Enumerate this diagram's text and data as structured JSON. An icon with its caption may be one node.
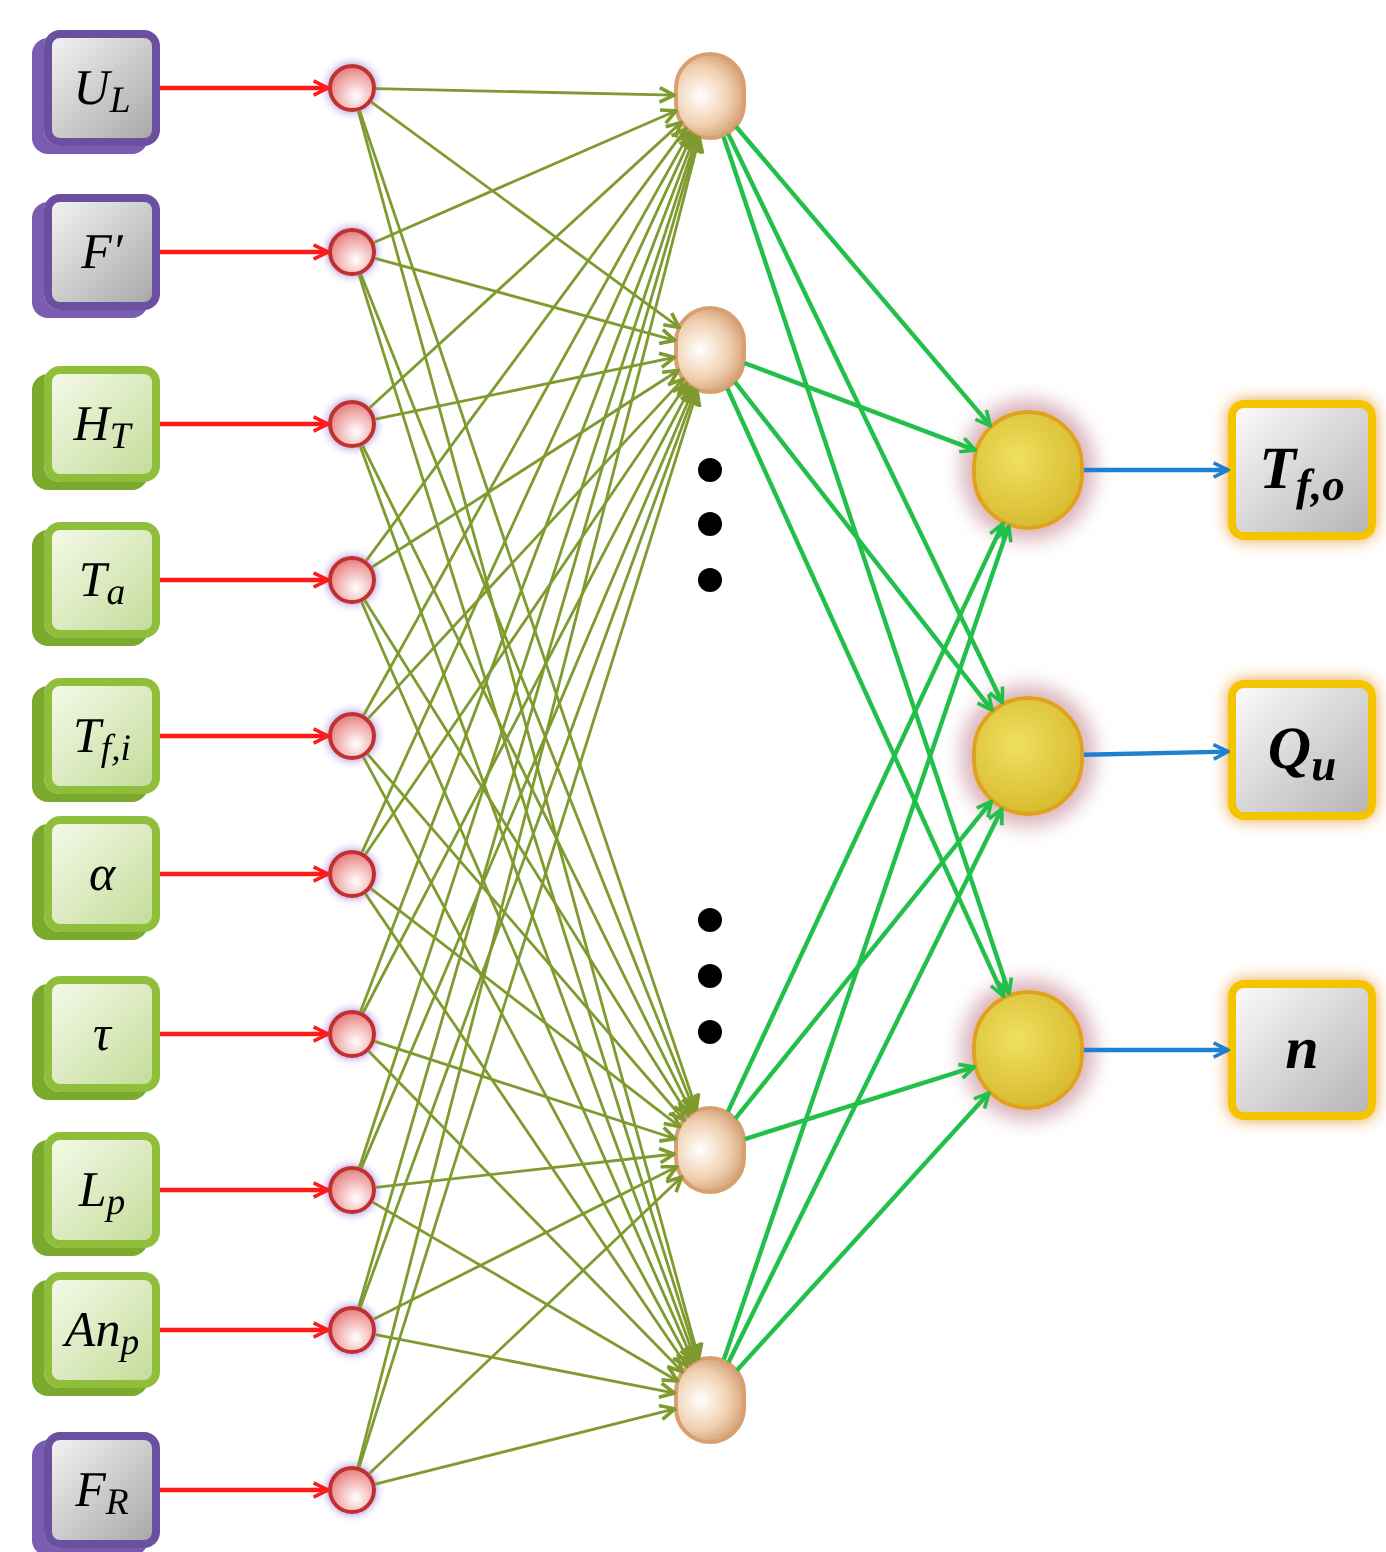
{
  "diagram": {
    "nodes": [
      {
        "text": [
          "U$_{L}$"
        ]
      },
      {
        "text": [
          "F′"
        ]
      },
      {
        "text": [
          "H$_{T}$"
        ]
      },
      {
        "text": [
          "T$_{a}$"
        ]
      },
      {
        "text": [
          "T$_{f,i}$"
        ]
      },
      {
        "text": [
          "α"
        ]
      },
      {
        "text": [
          "τ"
        ]
      },
      {
        "text": [
          "L$_{p}$"
        ]
      },
      {
        "text": [
          "An$_{p}$"
        ]
      },
      {
        "text": [
          "F$_{R}$"
        ]
      },
      {
        "text": [],
        "shape": "circle"
      },
      {
        "text": [],
        "shape": "circle"
      },
      {
        "text": [],
        "shape": "circle"
      },
      {
        "text": [],
        "shape": "circle"
      },
      {
        "text": [],
        "shape": "circle"
      },
      {
        "text": [],
        "shape": "circle"
      },
      {
        "text": [],
        "shape": "circle"
      },
      {
        "text": [],
        "shape": "circle"
      },
      {
        "text": [],
        "shape": "circle"
      },
      {
        "text": [],
        "shape": "circle"
      },
      {
        "text": [],
        "shape": "circle"
      },
      {
        "text": [],
        "shape": "circle"
      },
      {
        "text": [],
        "shape": "circle"
      },
      {
        "text": [],
        "shape": "circle"
      },
      {
        "text": [],
        "shape": "circle"
      },
      {
        "text": [],
        "shape": "circle"
      },
      {
        "text": [],
        "shape": "circle"
      },
      {
        "text": [
          "T$_{f,o}$"
        ]
      },
      {
        "text": [
          "Q$_{u}$"
        ]
      },
      {
        "text": [
          "n"
        ]
      }
    ],
    "edges": [
      {
        "from": 0,
        "to": 10,
        "arrow": "to",
        "color": "#ff1a1a"
      },
      {
        "from": 1,
        "to": 11,
        "arrow": "to",
        "color": "#ff1a1a"
      },
      {
        "from": 2,
        "to": 12,
        "arrow": "to",
        "color": "#ff1a1a"
      },
      {
        "from": 3,
        "to": 13,
        "arrow": "to",
        "color": "#ff1a1a"
      },
      {
        "from": 4,
        "to": 14,
        "arrow": "to",
        "color": "#ff1a1a"
      },
      {
        "from": 5,
        "to": 15,
        "arrow": "to",
        "color": "#ff1a1a"
      },
      {
        "from": 6,
        "to": 16,
        "arrow": "to",
        "color": "#ff1a1a"
      },
      {
        "from": 7,
        "to": 17,
        "arrow": "to",
        "color": "#ff1a1a"
      },
      {
        "from": 8,
        "to": 18,
        "arrow": "to",
        "color": "#ff1a1a"
      },
      {
        "from": 9,
        "to": 19,
        "arrow": "to",
        "color": "#ff1a1a"
      },
      {
        "from": 10,
        "to": 20,
        "arrow": "to"
      },
      {
        "from": 10,
        "to": 21,
        "arrow": "to"
      },
      {
        "from": 10,
        "to": 22,
        "arrow": "to"
      },
      {
        "from": 10,
        "to": 23,
        "arrow": "to"
      },
      {
        "from": 11,
        "to": 20,
        "arrow": "to"
      },
      {
        "from": 11,
        "to": 21,
        "arrow": "to"
      },
      {
        "from": 11,
        "to": 22,
        "arrow": "to"
      },
      {
        "from": 11,
        "to": 23,
        "arrow": "to"
      },
      {
        "from": 12,
        "to": 20,
        "arrow": "to"
      },
      {
        "from": 12,
        "to": 21,
        "arrow": "to"
      },
      {
        "from": 12,
        "to": 22,
        "arrow": "to"
      },
      {
        "from": 12,
        "to": 23,
        "arrow": "to"
      },
      {
        "from": 13,
        "to": 20,
        "arrow": "to"
      },
      {
        "from": 13,
        "to": 21,
        "arrow": "to"
      },
      {
        "from": 13,
        "to": 22,
        "arrow": "to"
      },
      {
        "from": 13,
        "to": 23,
        "arrow": "to"
      },
      {
        "from": 14,
        "to": 20,
        "arrow": "to"
      },
      {
        "from": 14,
        "to": 21,
        "arrow": "to"
      },
      {
        "from": 14,
        "to": 22,
        "arrow": "to"
      },
      {
        "from": 14,
        "to": 23,
        "arrow": "to"
      },
      {
        "from": 15,
        "to": 20,
        "arrow": "to"
      },
      {
        "from": 15,
        "to": 21,
        "arrow": "to"
      },
      {
        "from": 15,
        "to": 22,
        "arrow": "to"
      },
      {
        "from": 15,
        "to": 23,
        "arrow": "to"
      },
      {
        "from": 16,
        "to": 20,
        "arrow": "to"
      },
      {
        "from": 16,
        "to": 21,
        "arrow": "to"
      },
      {
        "from": 16,
        "to": 22,
        "arrow": "to"
      },
      {
        "from": 16,
        "to": 23,
        "arrow": "to"
      },
      {
        "from": 17,
        "to": 20,
        "arrow": "to"
      },
      {
        "from": 17,
        "to": 21,
        "arrow": "to"
      },
      {
        "from": 17,
        "to": 22,
        "arrow": "to"
      },
      {
        "from": 17,
        "to": 23,
        "arrow": "to"
      },
      {
        "from": 18,
        "to": 20,
        "arrow": "to"
      },
      {
        "from": 18,
        "to": 21,
        "arrow": "to"
      },
      {
        "from": 18,
        "to": 22,
        "arrow": "to"
      },
      {
        "from": 18,
        "to": 23,
        "arrow": "to"
      },
      {
        "from": 19,
        "to": 20,
        "arrow": "to"
      },
      {
        "from": 19,
        "to": 21,
        "arrow": "to"
      },
      {
        "from": 19,
        "to": 22,
        "arrow": "to"
      },
      {
        "from": 19,
        "to": 23,
        "arrow": "to"
      },
      {
        "from": 20,
        "to": 24,
        "arrow": "to",
        "color": "#22c04a"
      },
      {
        "from": 20,
        "to": 25,
        "arrow": "to",
        "color": "#22c04a"
      },
      {
        "from": 20,
        "to": 26,
        "arrow": "to",
        "color": "#22c04a"
      },
      {
        "from": 21,
        "to": 24,
        "arrow": "to",
        "color": "#22c04a"
      },
      {
        "from": 21,
        "to": 25,
        "arrow": "to",
        "color": "#22c04a"
      },
      {
        "from": 21,
        "to": 26,
        "arrow": "to",
        "color": "#22c04a"
      },
      {
        "from": 22,
        "to": 24,
        "arrow": "to",
        "color": "#22c04a"
      },
      {
        "from": 22,
        "to": 25,
        "arrow": "to",
        "color": "#22c04a"
      },
      {
        "from": 22,
        "to": 26,
        "arrow": "to",
        "color": "#22c04a"
      },
      {
        "from": 23,
        "to": 24,
        "arrow": "to",
        "color": "#22c04a"
      },
      {
        "from": 23,
        "to": 25,
        "arrow": "to",
        "color": "#22c04a"
      },
      {
        "from": 23,
        "to": 26,
        "arrow": "to",
        "color": "#22c04a"
      },
      {
        "from": 24,
        "to": 27,
        "arrow": "to",
        "color": "#1f7fd0"
      },
      {
        "from": 25,
        "to": 28,
        "arrow": "to",
        "color": "#1f7fd0"
      },
      {
        "from": 26,
        "to": 29,
        "arrow": "to",
        "color": "#1f7fd0"
      }
    ]
  }
}
